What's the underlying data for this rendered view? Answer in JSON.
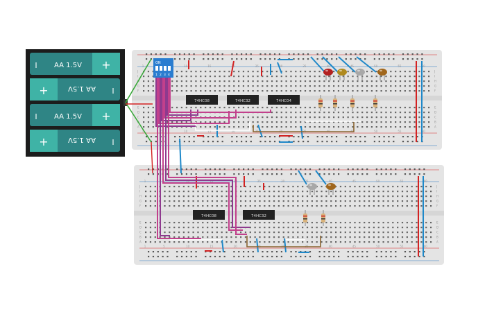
{
  "battery_pack": {
    "cells": [
      {
        "label": "AA 1.5V",
        "minus": "I",
        "plus": "+",
        "flipped": false
      },
      {
        "label": "AA 1.5V",
        "minus": "I",
        "plus": "+",
        "flipped": true
      },
      {
        "label": "AA 1.5V",
        "minus": "I",
        "plus": "+",
        "flipped": false
      },
      {
        "label": "AA 1.5V",
        "minus": "I",
        "plus": "+",
        "flipped": true
      }
    ]
  },
  "dip_switch": {
    "on_label": "ON",
    "numbers": [
      "1",
      "2",
      "3",
      "4"
    ]
  },
  "breadboard_top": {
    "chips": [
      {
        "label": "74HC08"
      },
      {
        "label": "74HC32"
      },
      {
        "label": "74HC04"
      }
    ],
    "column_numbers": [
      "1",
      "5",
      "10",
      "15",
      "20",
      "25",
      "30",
      "35",
      "40",
      "45",
      "50",
      "55",
      "60"
    ],
    "row_letters_top": [
      "J",
      "I",
      "H",
      "G",
      "F"
    ],
    "row_letters_bottom": [
      "E",
      "D",
      "C",
      "B",
      "A"
    ],
    "led_colors": [
      "#b32020",
      "#b08a1e",
      "#a8a8a8",
      "#a0661c"
    ]
  },
  "breadboard_bottom": {
    "chips": [
      {
        "label": "74HC08"
      },
      {
        "label": "74HC32"
      }
    ],
    "column_numbers": [
      "1",
      "5",
      "10",
      "15",
      "20",
      "25",
      "30",
      "35",
      "40",
      "45",
      "50",
      "55",
      "60"
    ],
    "row_letters_top": [
      "J",
      "I",
      "H",
      "G",
      "F"
    ],
    "row_letters_bottom": [
      "E",
      "D",
      "C",
      "B",
      "A"
    ],
    "led_colors": [
      "#a8a8a8",
      "#a0661c"
    ]
  },
  "colors": {
    "breadboard": "#e4e4e4",
    "battery_body": "#2d7d7d",
    "wire_red": "#d32222",
    "wire_blue": "#1e88c9",
    "wire_green": "#3aa83a",
    "wire_purple": "#8e3a8e",
    "wire_magenta": "#c2408c",
    "wire_brown": "#8a6430",
    "chip": "#222222"
  }
}
